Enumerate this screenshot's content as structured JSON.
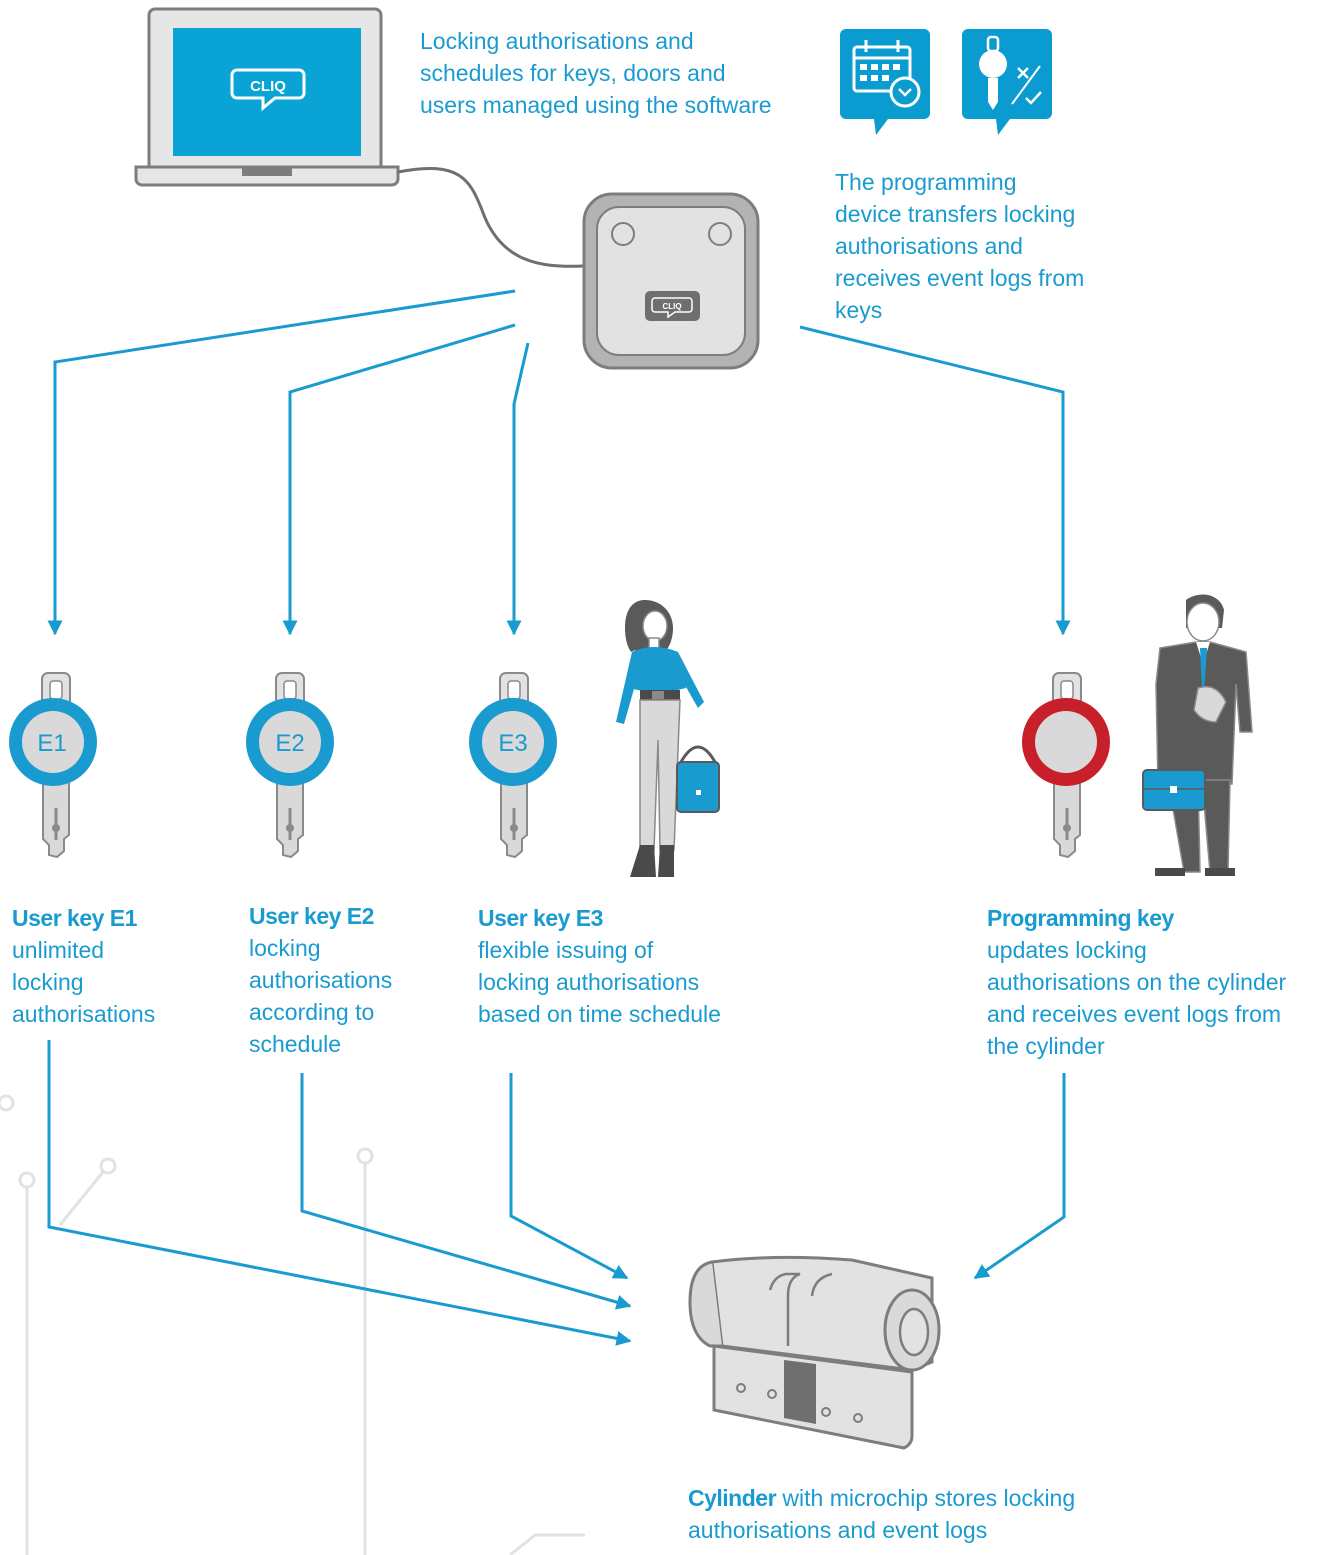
{
  "colors": {
    "accent": "#0a9bd0",
    "screen": "#0aa3d6",
    "device_gray": "#8c8c8c",
    "key_blue": "#1a9bd0",
    "key_red": "#c8202a",
    "light_gray": "#d9d9d9",
    "suit_gray": "#5a5a5a"
  },
  "laptop": {
    "logo": "CLIQ"
  },
  "programming_device": {
    "logo": "CLIQ"
  },
  "software_note": [
    "Locking authorisations and",
    "schedules for keys, doors and",
    "users managed using the software"
  ],
  "device_note": [
    "The programming",
    "device transfers locking",
    "authorisations and",
    "receives event logs from",
    "keys"
  ],
  "icons": [
    "calendar-clock-icon",
    "key-permissions-icon"
  ],
  "keys": [
    {
      "badge": "E1",
      "title": "User key E1",
      "lines": [
        "unlimited",
        "locking",
        "authorisations"
      ]
    },
    {
      "badge": "E2",
      "title": "User key E2",
      "lines": [
        "locking",
        "authorisations",
        "according to",
        "schedule"
      ]
    },
    {
      "badge": "E3",
      "title": "User key E3",
      "lines": [
        "flexible issuing of",
        "locking authorisations",
        "based  on time schedule"
      ]
    },
    {
      "badge": "",
      "title": "Programming key",
      "lines": [
        "updates locking",
        "authorisations  on the cylinder",
        "and receives  event logs from",
        "the cylinder"
      ]
    }
  ],
  "cylinder": {
    "title": "Cylinder",
    "rest": " with microchip stores locking",
    "line2": "authorisations and event logs"
  }
}
